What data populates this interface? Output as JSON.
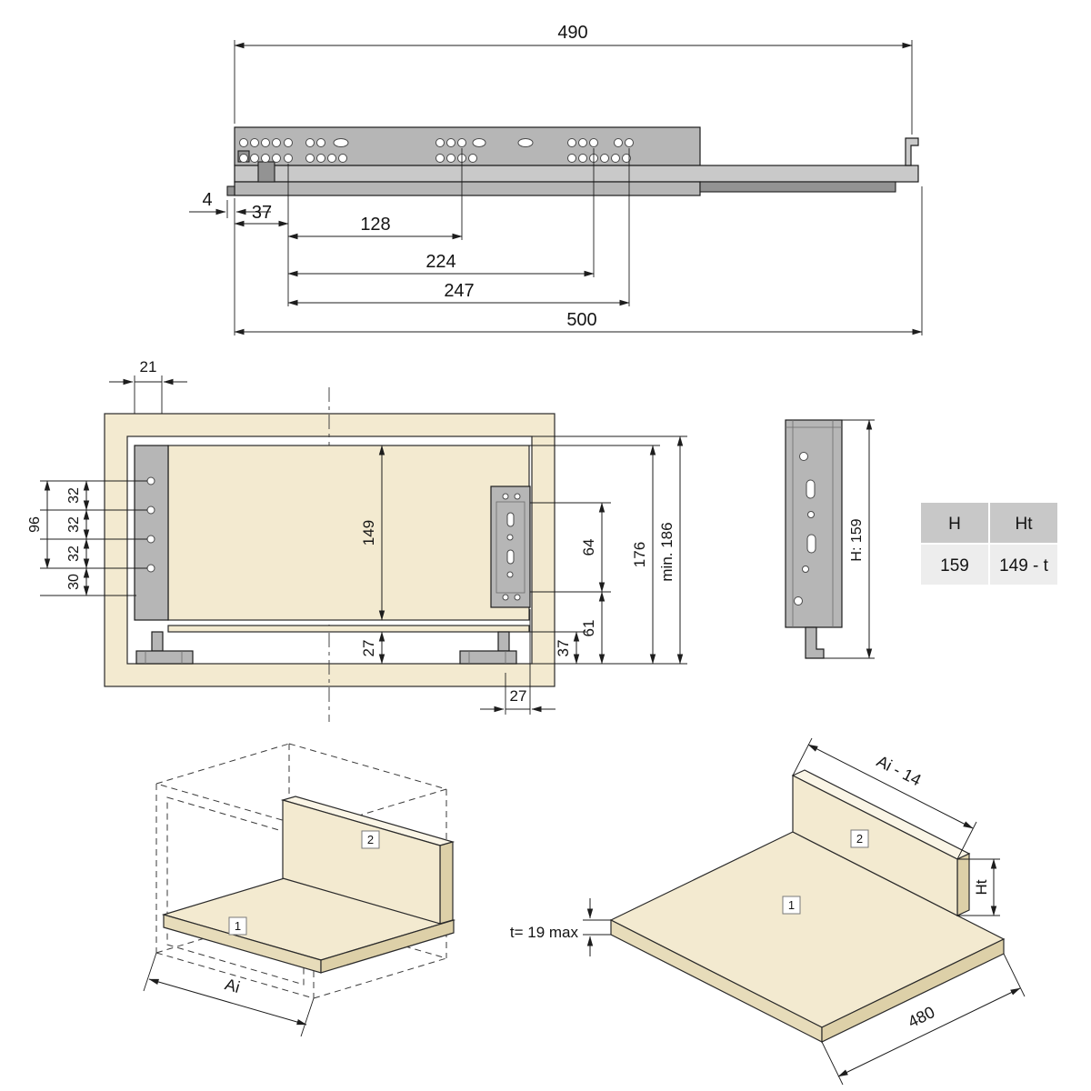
{
  "colors": {
    "line": "#1d1d1d",
    "metal": "#b6b6b6",
    "metal_light": "#c9c9c9",
    "metal_dark": "#939393",
    "wood": "#f3ead0",
    "wood_side": "#e7dcba",
    "wood_top": "#faf5e6",
    "table_header_bg": "#c8c8c8",
    "table_cell_bg": "#ededed"
  },
  "slide_view": {
    "dim_overall_top": "490",
    "dim_front_offset": "4",
    "dim_first_hole": "37",
    "dim_hole_span_a": "128",
    "dim_hole_span_b": "224",
    "dim_hole_span_c": "247",
    "dim_overall_length": "500"
  },
  "section_view": {
    "dim_top_offset": "21",
    "dim_pitch_1": "32",
    "dim_pitch_2": "32",
    "dim_pitch_3": "32",
    "dim_pitch_total": "96",
    "dim_bottom_offset": "30",
    "dim_inner_height": "149",
    "dim_runner_height": "27",
    "dim_bracket_holes": "64",
    "dim_bracket_bottom": "61",
    "dim_base_clearance": "37",
    "dim_side_total": "176",
    "dim_min_space": "min. 186",
    "dim_runner_width": "27"
  },
  "bracket_view": {
    "dim_height": "H: 159"
  },
  "size_table": {
    "headers": [
      "H",
      "Ht"
    ],
    "values": [
      "159",
      "149 - t"
    ]
  },
  "iso_assembled": {
    "label_base": "1",
    "label_back": "2",
    "dim_width": "Ai"
  },
  "iso_panels": {
    "label_base": "1",
    "label_back": "2",
    "dim_back_width": "Ai - 14",
    "dim_back_height": "Ht",
    "dim_thickness": "t= 19 max",
    "dim_depth": "480"
  }
}
